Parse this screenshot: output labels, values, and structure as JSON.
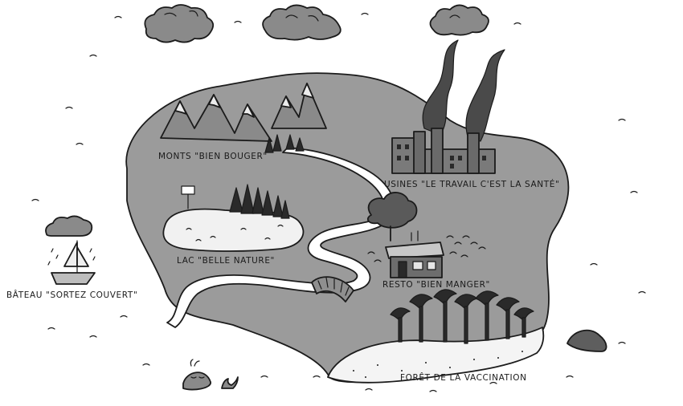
{
  "map": {
    "labels": {
      "mountains": "MONTS \"BIEN BOUGER\"",
      "factories": "USINES \"LE TRAVAIL C'EST LA SANTÉ\"",
      "lake": "LAC \"BELLE NATURE\"",
      "restaurant": "RESTO \"BIEN MANGER\"",
      "boat": "BÂTEAU \"SORTEZ COUVERT\"",
      "forest": "FORÊT DE LA VACCINATION"
    },
    "colors": {
      "island": "#9b9b9b",
      "lake": "#f1f1f1",
      "river": "#ffffff",
      "beach": "#f4f4f4",
      "cloud": "#8a8a8a",
      "ink": "#1b1b1b",
      "factory": "#7a7a7a",
      "tree": "#2a2a2a"
    },
    "icons": {
      "clouds": "storm-cloud-icon",
      "mountains": "mountain-icon",
      "factories": "factory-icon",
      "lake": "lake-icon",
      "restaurant": "house-icon",
      "boat": "sailboat-icon",
      "forest": "palm-tree-icon",
      "whale": "whale-icon",
      "rock": "rock-icon",
      "bridge": "bridge-icon"
    }
  }
}
